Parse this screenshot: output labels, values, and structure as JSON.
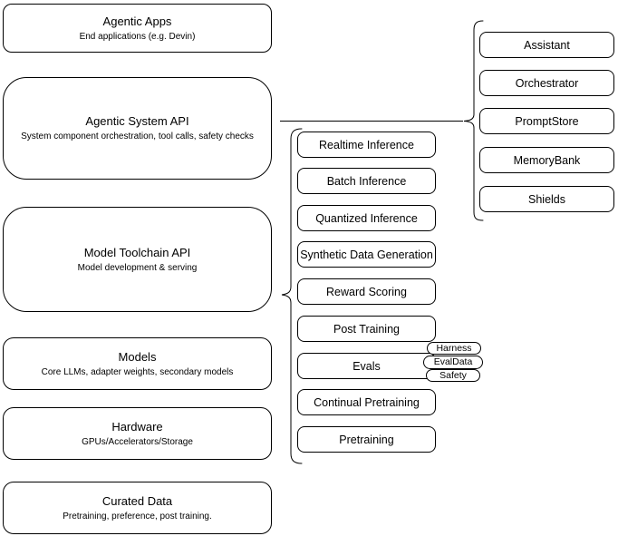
{
  "layers": [
    {
      "title": "Agentic Apps",
      "subtitle": "End applications (e.g. Devin)"
    },
    {
      "title": "Agentic System API",
      "subtitle": "System component orchestration, tool calls, safety checks"
    },
    {
      "title": "Model Toolchain API",
      "subtitle": "Model development & serving"
    },
    {
      "title": "Models",
      "subtitle": "Core LLMs, adapter weights, secondary models"
    },
    {
      "title": "Hardware",
      "subtitle": "GPUs/Accelerators/Storage"
    },
    {
      "title": "Curated Data",
      "subtitle": "Pretraining, preference, post training."
    }
  ],
  "toolchain_services": [
    "Realtime Inference",
    "Batch Inference",
    "Quantized Inference",
    "Synthetic Data Generation",
    "Reward Scoring",
    "Post Training",
    "Evals",
    "Continual Pretraining",
    "Pretraining"
  ],
  "eval_components": [
    "Harness",
    "EvalData",
    "Safety"
  ],
  "system_components": [
    "Assistant",
    "Orchestrator",
    "PromptStore",
    "MemoryBank",
    "Shields"
  ],
  "colors": {
    "stroke": "#000000",
    "fill": "#ffffff",
    "background": "#ffffff",
    "text": "#000000"
  }
}
